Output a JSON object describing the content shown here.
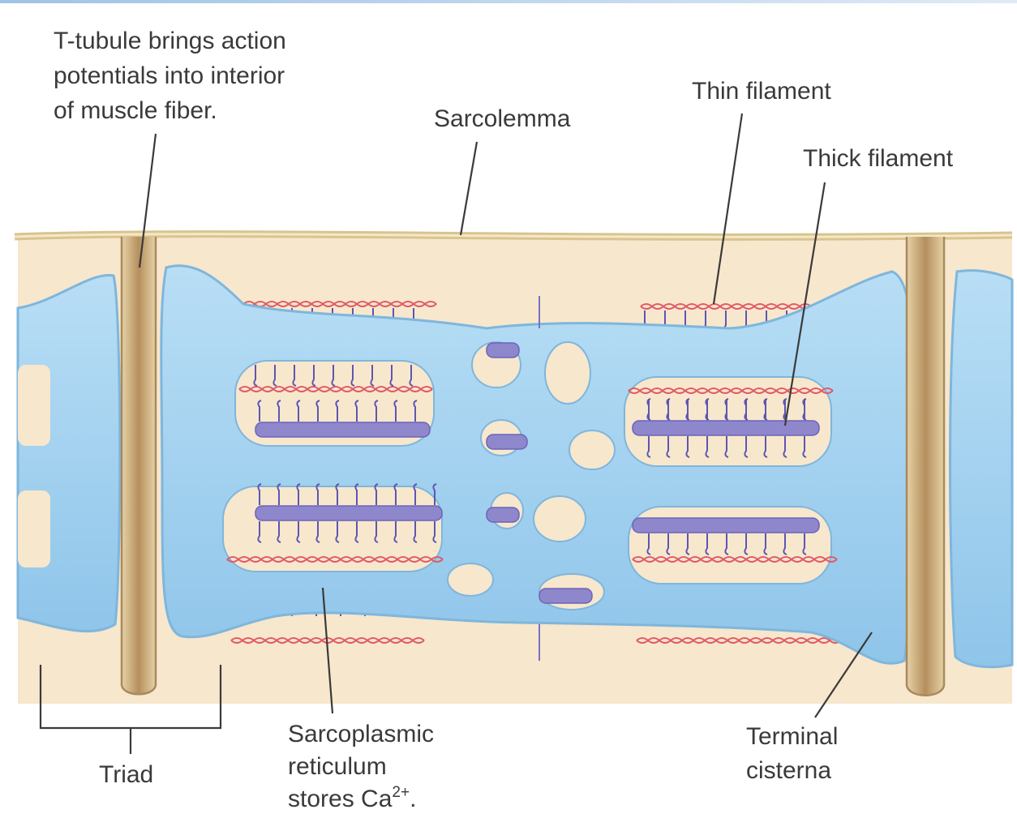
{
  "labels": {
    "t_tubule": [
      "T-tubule brings action",
      "potentials into interior",
      "of muscle fiber."
    ],
    "sarcolemma": "Sarcolemma",
    "thin_filament": "Thin filament",
    "thick_filament": "Thick filament",
    "triad": "Triad",
    "sarcoplasmic_reticulum": [
      "Sarcoplasmic",
      "reticulum",
      "stores Ca"
    ],
    "sr_superscript": "2+",
    "sr_period": ".",
    "terminal_cisterna": [
      "Terminal",
      "cisterna"
    ]
  },
  "colors": {
    "cytoplasm": "#f7e7cd",
    "sarcolemma": "#e2cfa0",
    "t_tubule": "#c9a97a",
    "reticulum": "#9fd0ee",
    "thick_filament": "#8f87cc",
    "thin_filament": "#e05a66",
    "myosin_head": "#5d56b3",
    "text": "#3a3a3a"
  }
}
